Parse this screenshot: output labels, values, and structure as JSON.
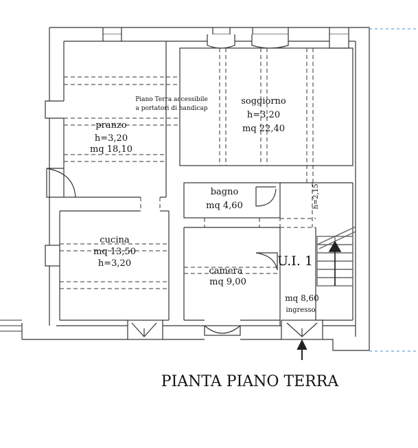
{
  "title": "PIANTA PIANO TERRA",
  "unit_label": "U.I. 1",
  "accessibility_note": {
    "line1": "Piano Terra accessibile",
    "line2": "a  portatori di handicap"
  },
  "rooms": {
    "soggiorno": {
      "name": "soggiorno",
      "height": "h=3,20",
      "area": "mq 22,40"
    },
    "pranzo": {
      "name": "pranzo",
      "height": "h=3,20",
      "area": "mq 18,10"
    },
    "bagno": {
      "name": "bagno",
      "area": "mq 4,60"
    },
    "cucina": {
      "name": "cucina",
      "area": "mq 13,50",
      "height": "h=3,20"
    },
    "camera": {
      "name": "camera",
      "area": "mq 9,00"
    },
    "ingresso": {
      "area": "mq 8,60",
      "name": "ingresso"
    }
  },
  "corridor_height": "h=2,15",
  "colors": {
    "line": "#333333",
    "wall_fill": "#eeeeee",
    "dashed_blue": "#3d8fd6"
  }
}
